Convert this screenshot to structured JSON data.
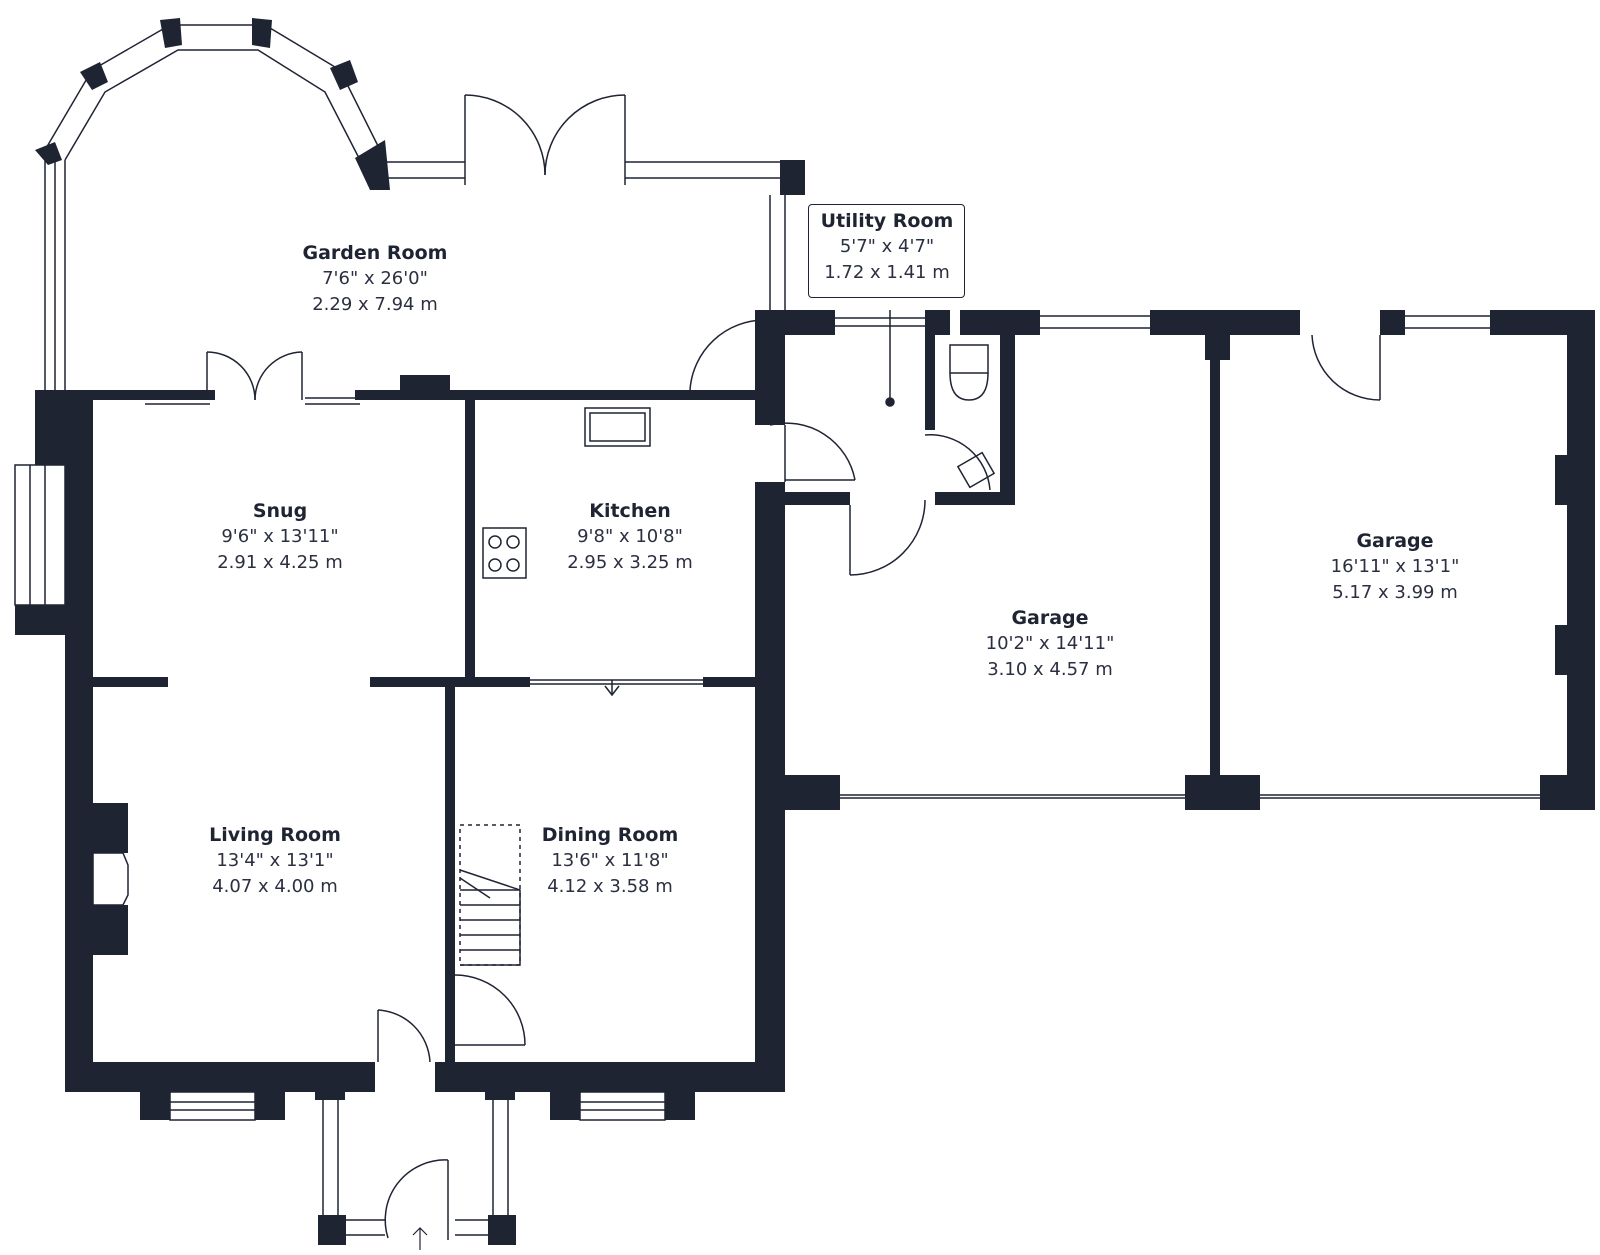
{
  "colors": {
    "wall": "#1f2433",
    "background": "#ffffff",
    "line": "#1f2433"
  },
  "rooms": [
    {
      "id": "garden_room",
      "name": "Garden Room",
      "imperial": "7'6\" x 26'0\"",
      "metric": "2.29 x 7.94 m"
    },
    {
      "id": "utility_room",
      "name": "Utility Room",
      "imperial": "5'7\" x 4'7\"",
      "metric": "1.72 x 1.41 m"
    },
    {
      "id": "snug",
      "name": "Snug",
      "imperial": "9'6\" x 13'11\"",
      "metric": "2.91 x 4.25 m"
    },
    {
      "id": "kitchen",
      "name": "Kitchen",
      "imperial": "9'8\" x 10'8\"",
      "metric": "2.95 x 3.25 m"
    },
    {
      "id": "garage_small",
      "name": "Garage",
      "imperial": "10'2\" x 14'11\"",
      "metric": "3.10 x 4.57 m"
    },
    {
      "id": "garage_large",
      "name": "Garage",
      "imperial": "16'11\" x 13'1\"",
      "metric": "5.17 x 3.99 m"
    },
    {
      "id": "living_room",
      "name": "Living Room",
      "imperial": "13'4\" x 13'1\"",
      "metric": "4.07 x 4.00 m"
    },
    {
      "id": "dining_room",
      "name": "Dining Room",
      "imperial": "13'6\" x 11'8\"",
      "metric": "4.12 x 3.58 m"
    }
  ],
  "icons": [
    "entrance-arrow-icon",
    "hob-icon",
    "sink-icon",
    "toilet-icon",
    "boiler-icon",
    "stairs-icon"
  ]
}
